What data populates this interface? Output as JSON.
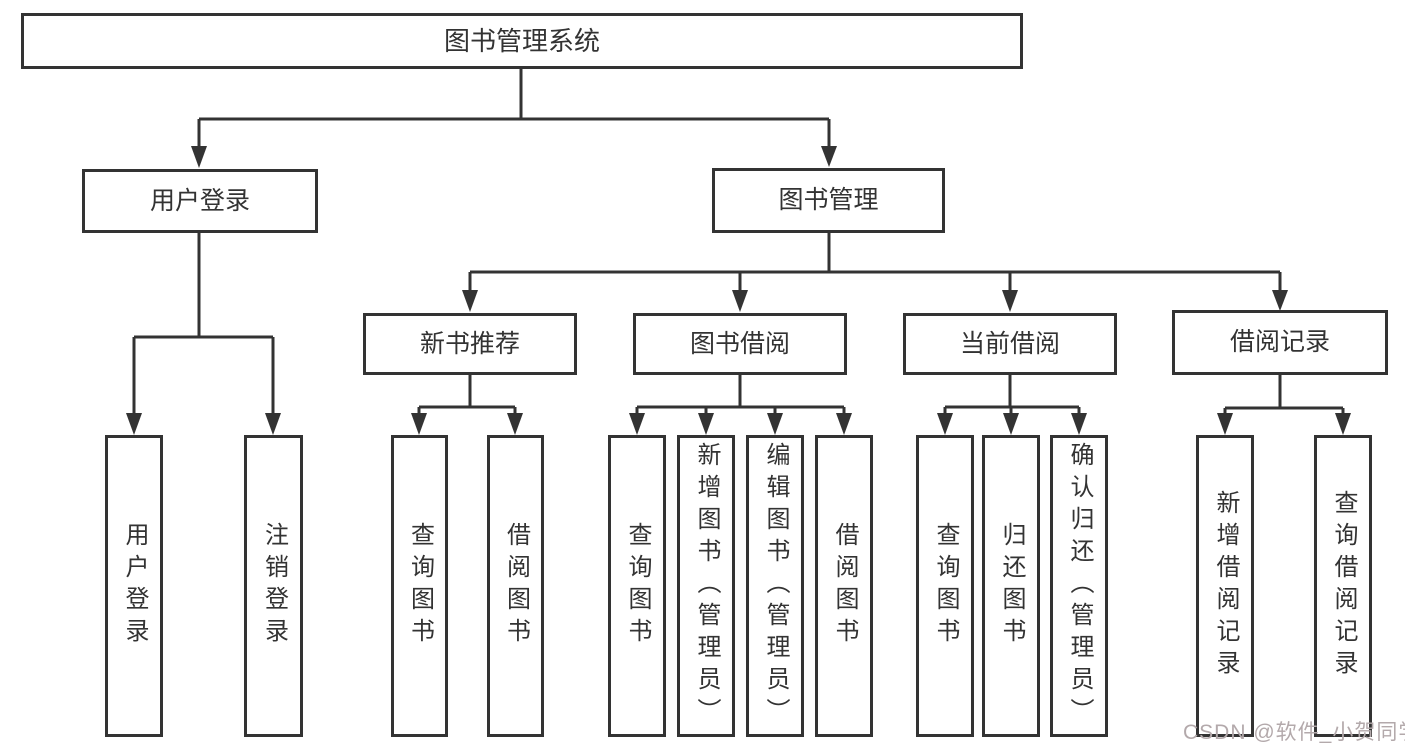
{
  "diagram_type": "hierarchy-tree",
  "colors": {
    "line": "#333333",
    "box_border": "#333333",
    "box_fill": "#ffffff",
    "text": "#333333",
    "background": "#ffffff",
    "watermark": "#b3a9ab"
  },
  "watermark": {
    "text": "CSDN @软件_小贺同学"
  },
  "tree": {
    "label": "图书管理系统",
    "children": [
      {
        "label": "用户登录",
        "children": [
          {
            "label": "用户登录"
          },
          {
            "label": "注销登录"
          }
        ]
      },
      {
        "label": "图书管理",
        "children": [
          {
            "label": "新书推荐",
            "children": [
              {
                "label": "查询图书"
              },
              {
                "label": "借阅图书"
              }
            ]
          },
          {
            "label": "图书借阅",
            "children": [
              {
                "label": "查询图书"
              },
              {
                "label": "新增图书（管理员）"
              },
              {
                "label": "编辑图书（管理员）"
              },
              {
                "label": "借阅图书"
              }
            ]
          },
          {
            "label": "当前借阅",
            "children": [
              {
                "label": "查询图书"
              },
              {
                "label": "归还图书"
              },
              {
                "label": "确认归还（管理员）"
              }
            ]
          },
          {
            "label": "借阅记录",
            "children": [
              {
                "label": "新增借阅记录"
              },
              {
                "label": "查询借阅记录"
              }
            ]
          }
        ]
      }
    ]
  }
}
